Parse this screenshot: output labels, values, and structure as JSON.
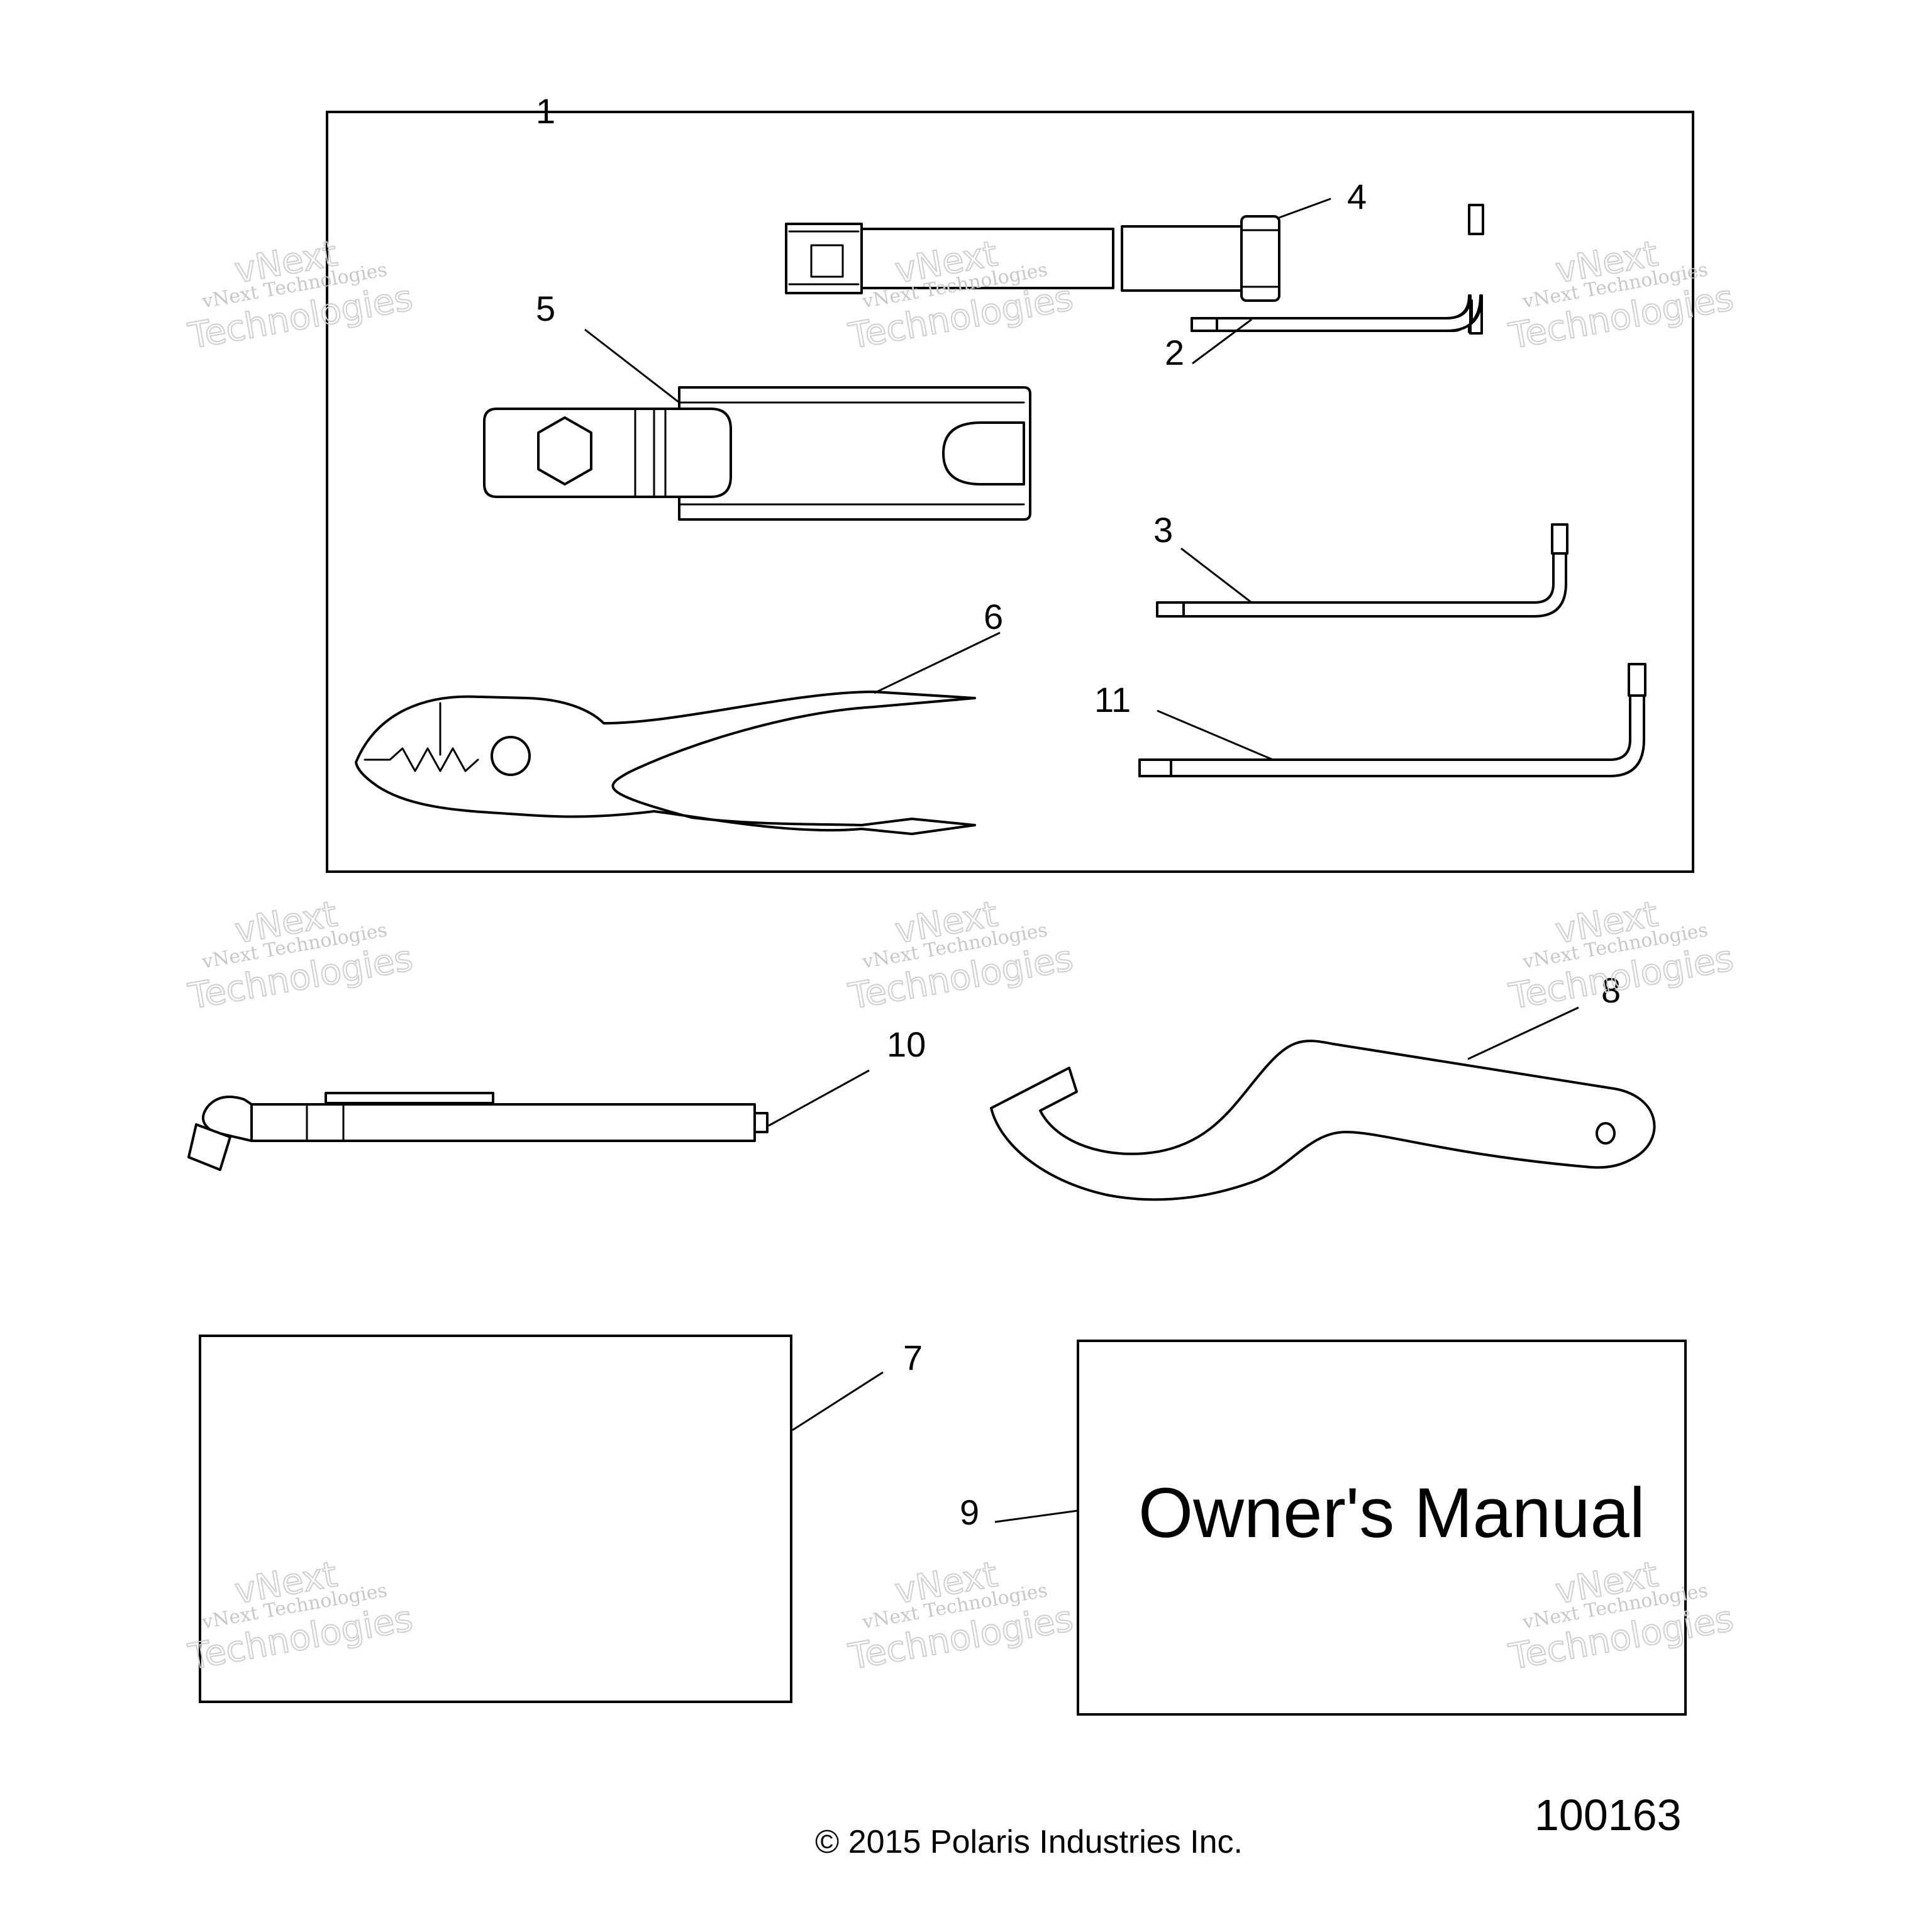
{
  "callouts": {
    "c1": "1",
    "c2": "2",
    "c3": "3",
    "c4": "4",
    "c5": "5",
    "c6": "6",
    "c7": "7",
    "c8": "8",
    "c9": "9",
    "c10": "10",
    "c11": "11"
  },
  "manual": {
    "title": "Owner's Manual"
  },
  "footer": {
    "copyright": "© 2015 Polaris Industries Inc.",
    "figure_number": "100163"
  },
  "watermark": {
    "line_small": "vNext Technologies",
    "line_top": "vNext",
    "line_bottom": "Technologies"
  },
  "colors": {
    "ink": "#000000",
    "watermark": "#c8c8c8",
    "background": "#ffffff"
  }
}
